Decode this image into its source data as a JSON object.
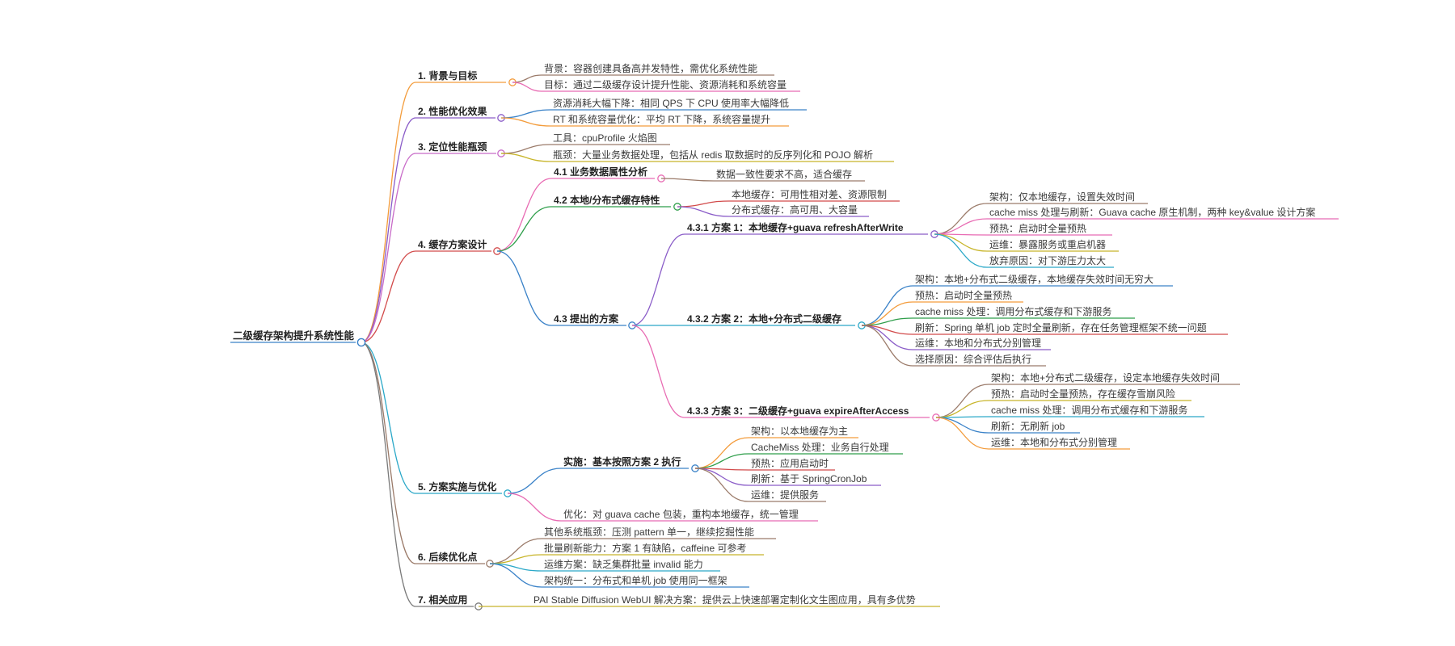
{
  "root": {
    "label": "二级缓存架构提升系统性能"
  },
  "branches": [
    {
      "id": "b1",
      "label": "1. 背景与目标",
      "color": "#f39c3c",
      "children": [
        {
          "label": "背景：容器创建具备高并发特性，需优化系统性能",
          "color": "#9b7b6a"
        },
        {
          "label": "目标：通过二级缓存设计提升性能、资源消耗和系统容量",
          "color": "#e86bb3"
        }
      ]
    },
    {
      "id": "b2",
      "label": "2. 性能优化效果",
      "color": "#8a5cc8",
      "children": [
        {
          "label": "资源消耗大幅下降：相同 QPS 下 CPU 使用率大幅降低",
          "color": "#3a82c8"
        },
        {
          "label": "RT 和系统容量优化：平均 RT 下降，系统容量提升",
          "color": "#f39c3c"
        }
      ]
    },
    {
      "id": "b3",
      "label": "3. 定位性能瓶颈",
      "color": "#c86bc8",
      "children": [
        {
          "label": "工具：cpuProfile 火焰图",
          "color": "#9b7b6a"
        },
        {
          "label": "瓶颈：大量业务数据处理，包括从 redis 取数据时的反序列化和 POJO 解析",
          "color": "#c8b52a"
        }
      ]
    },
    {
      "id": "b4",
      "label": "4. 缓存方案设计",
      "color": "#d24b4b",
      "children": [
        {
          "id": "b41",
          "label": "4.1 业务数据属性分析",
          "color": "#e86bb3",
          "children": [
            {
              "label": "数据一致性要求不高，适合缓存",
              "color": "#9b7b6a"
            }
          ]
        },
        {
          "id": "b42",
          "label": "4.2 本地/分布式缓存特性",
          "color": "#2e9e4a",
          "children": [
            {
              "label": "本地缓存：可用性相对差、资源限制",
              "color": "#d24b4b"
            },
            {
              "label": "分布式缓存：高可用、大容量",
              "color": "#8a5cc8"
            }
          ]
        },
        {
          "id": "b43",
          "label": "4.3 提出的方案",
          "color": "#3a82c8",
          "children": [
            {
              "id": "p1",
              "label": "4.3.1 方案 1：本地缓存+guava refreshAfterWrite",
              "color": "#8a5cc8",
              "children": [
                {
                  "label": "架构：仅本地缓存，设置失效时间",
                  "color": "#9b7b6a"
                },
                {
                  "label": "cache miss 处理与刷新：Guava cache 原生机制，两种 key&value 设计方案",
                  "color": "#e86bb3"
                },
                {
                  "label": "预热：启动时全量预热",
                  "color": "#e86bb3"
                },
                {
                  "label": "运维：暴露服务或重启机器",
                  "color": "#c8b52a"
                },
                {
                  "label": "放弃原因：对下游压力太大",
                  "color": "#2aa8c8"
                }
              ]
            },
            {
              "id": "p2",
              "label": "4.3.2 方案 2：本地+分布式二级缓存",
              "color": "#2aa8c8",
              "children": [
                {
                  "label": "架构：本地+分布式二级缓存，本地缓存失效时间无穷大",
                  "color": "#3a82c8"
                },
                {
                  "label": "预热：启动时全量预热",
                  "color": "#f39c3c"
                },
                {
                  "label": "cache miss 处理：调用分布式缓存和下游服务",
                  "color": "#2e9e4a"
                },
                {
                  "label": "刷新：Spring 单机 job 定时全量刷新，存在任务管理框架不统一问题",
                  "color": "#d24b4b"
                },
                {
                  "label": "运维：本地和分布式分别管理",
                  "color": "#8a5cc8"
                },
                {
                  "label": "选择原因：综合评估后执行",
                  "color": "#9b7b6a"
                }
              ]
            },
            {
              "id": "p3",
              "label": "4.3.3 方案 3：二级缓存+guava expireAfterAccess",
              "color": "#e86bb3",
              "children": [
                {
                  "label": "架构：本地+分布式二级缓存，设定本地缓存失效时间",
                  "color": "#9b7b6a"
                },
                {
                  "label": "预热：启动时全量预热，存在缓存雪崩风险",
                  "color": "#c8b52a"
                },
                {
                  "label": "cache miss 处理：调用分布式缓存和下游服务",
                  "color": "#2aa8c8"
                },
                {
                  "label": "刷新：无刷新 job",
                  "color": "#3a82c8"
                },
                {
                  "label": "运维：本地和分布式分别管理",
                  "color": "#f39c3c"
                }
              ]
            }
          ]
        }
      ]
    },
    {
      "id": "b5",
      "label": "5. 方案实施与优化",
      "color": "#2aa8c8",
      "children": [
        {
          "id": "b51",
          "label": "实施：基本按照方案 2 执行",
          "color": "#3a82c8",
          "children": [
            {
              "label": "架构：以本地缓存为主",
              "color": "#f39c3c"
            },
            {
              "label": "CacheMiss 处理：业务自行处理",
              "color": "#2e9e4a"
            },
            {
              "label": "预热：应用启动时",
              "color": "#d24b4b"
            },
            {
              "label": "刷新：基于 SpringCronJob",
              "color": "#8a5cc8"
            },
            {
              "label": "运维：提供服务",
              "color": "#9b7b6a"
            }
          ]
        },
        {
          "label": "优化：对 guava cache 包装，重构本地缓存，统一管理",
          "color": "#e86bb3"
        }
      ]
    },
    {
      "id": "b6",
      "label": "6. 后续优化点",
      "color": "#9b7b6a",
      "children": [
        {
          "label": "其他系统瓶颈：压测 pattern 单一，继续挖掘性能",
          "color": "#9b7b6a"
        },
        {
          "label": "批量刷新能力：方案 1 有缺陷，caffeine 可参考",
          "color": "#c8b52a"
        },
        {
          "label": "运维方案：缺乏集群批量 invalid 能力",
          "color": "#2aa8c8"
        },
        {
          "label": "架构统一：分布式和单机 job 使用同一框架",
          "color": "#3a82c8"
        }
      ]
    },
    {
      "id": "b7",
      "label": "7. 相关应用",
      "color": "#7a7a7a",
      "children": [
        {
          "label": "PAI Stable Diffusion WebUI 解决方案：提供云上快速部署定制化文生图应用，具有多优势",
          "color": "#c8b52a"
        }
      ]
    }
  ]
}
